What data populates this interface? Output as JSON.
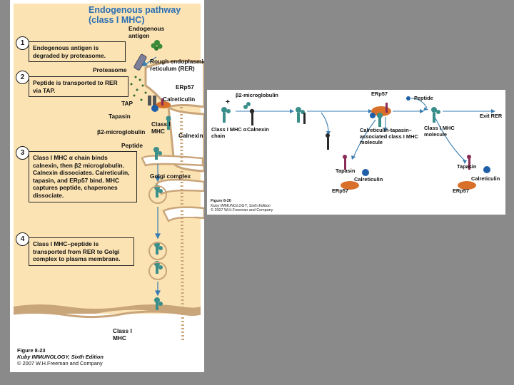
{
  "left_figure": {
    "title_line1": "Endogenous pathway",
    "title_line2": "(class I MHC)",
    "steps": [
      {
        "num": "1",
        "text": "Endogenous antigen is degraded by proteasome."
      },
      {
        "num": "2",
        "text": "Peptide is transported to RER via TAP."
      },
      {
        "num": "3",
        "text": "Class I MHC α chain binds calnexin, then β2 microglobulin. Calnexin dissociates. Calreticulin, tapasin, and ERp57 bind. MHC captures peptide, chaperones dissociate."
      },
      {
        "num": "4",
        "text": "Class I MHC–peptide is transported from RER to Golgi complex to plasma membrane."
      }
    ],
    "labels": {
      "endogenous_antigen": "Endogenous antigen",
      "proteasome": "Proteasome",
      "rer": "Rough endoplasmic reticulum (RER)",
      "erp57": "ERp57",
      "calreticulin": "Calreticulin",
      "tap": "TAP",
      "tapasin": "Tapasin",
      "b2m": "β2-microglobulin",
      "class1": "Class I MHC",
      "calnexin": "Calnexin",
      "peptide": "Peptide",
      "golgi": "Golgi complex",
      "class1_bottom": "Class I MHC"
    },
    "caption": {
      "figure": "Figure 8-23",
      "book": "Kuby IMMUNOLOGY, Sixth Edition",
      "copyright": "© 2007 W.H.Freeman and Company"
    }
  },
  "right_figure": {
    "labels": {
      "b2m": "β2-microglobulin",
      "erp57_top": "ERp57",
      "peptide": "Peptide",
      "class1_alpha": "Class I MHC α chain",
      "calnexin": "Calnexin",
      "complex": "Calreticulin-tapasin–associated class I MHC molecule",
      "class1_molecule": "Class I MHC molecule",
      "exit_rer": "Exit RER",
      "tapasin_left": "Tapasin",
      "calreticulin_left": "Calreticulin",
      "erp57_left": "ERp57",
      "tapasin_right": "Tapasin",
      "calreticulin_right": "Calreticulin",
      "erp57_right": "ERp57",
      "plus": "+"
    },
    "caption": {
      "figure": "Figure 8-20",
      "book": "Kuby IMMUNOLOGY, Sixth Edition",
      "copyright": "© 2007 W.H.Freeman and Company"
    }
  },
  "colors": {
    "cytoplasm": "#fbe3b4",
    "membrane": "#c9a57a",
    "er": "#ffffff",
    "mhc": "#3a8f8a",
    "erp57": "#d9702a",
    "calreticulin": "#1e5fa8",
    "tapasin": "#8a2c58",
    "arrow": "#3a7db0",
    "title": "#2a6fb3"
  }
}
